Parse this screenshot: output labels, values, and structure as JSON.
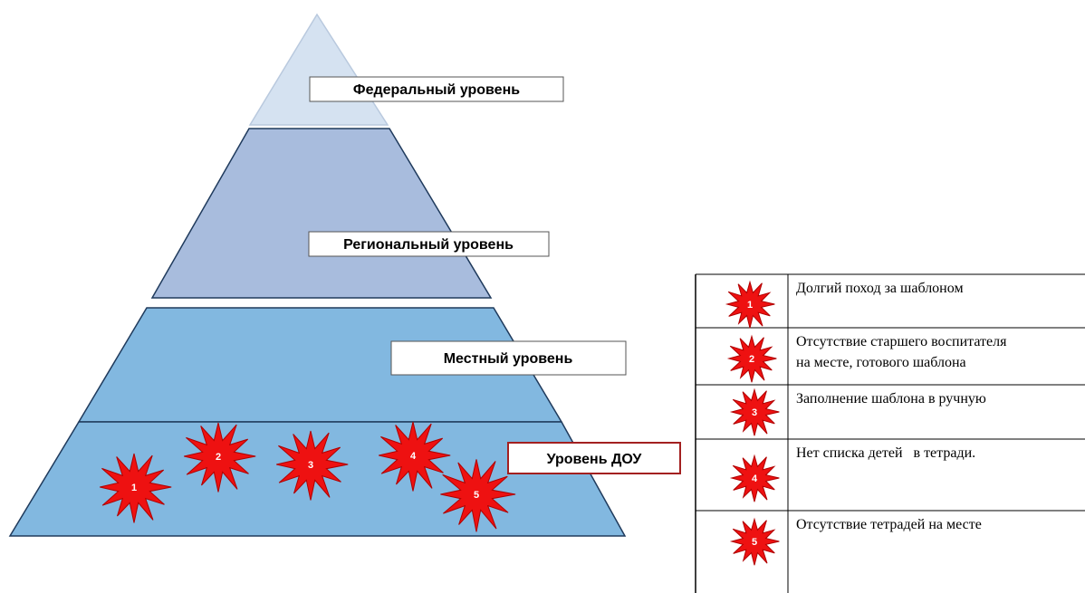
{
  "levels": {
    "federal": "Федеральный уровень",
    "regional": "Региональный уровень",
    "local": "Местный уровень",
    "dou": "Уровень ДОУ"
  },
  "pyramid_stars": [
    "1",
    "2",
    "3",
    "4",
    "5"
  ],
  "legend": [
    {
      "num": "1",
      "lines": [
        "Долгий поход за шаблоном"
      ]
    },
    {
      "num": "2",
      "lines": [
        "Отсутствие старшего воспитателя",
        "на месте, готового шаблона"
      ]
    },
    {
      "num": "3",
      "lines": [
        "Заполнение шаблона в ручную"
      ]
    },
    {
      "num": "4",
      "lines": [
        "Нет списка детей   в тетради."
      ]
    },
    {
      "num": "5",
      "lines": [
        "Отсутствие тетрадей на месте"
      ]
    }
  ],
  "colors": {
    "star_fill": "#ee1111",
    "star_stroke": "#b00000",
    "federal_fill": "#d5e2f1",
    "regional_fill": "#a8bcdd",
    "local_fill": "#82b8e0",
    "dou_fill": "#82b8e0",
    "dou_border": "#a32020"
  }
}
